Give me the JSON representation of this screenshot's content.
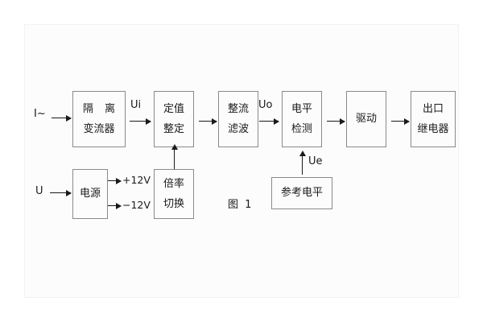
{
  "figure": {
    "caption": "图 1",
    "frame_color": "#f2f2f2",
    "line_color": "#1a1a1a",
    "box_border_color": "#8a8a8a",
    "background": "#fcfcfc"
  },
  "signal_labels": {
    "input_current": "I~",
    "input_voltage": "U",
    "ui": "Ui",
    "uo": "Uo",
    "ue": "Ue",
    "supply_positive": "+12V",
    "supply_negative": "−12V"
  },
  "blocks": [
    {
      "id": "isolation-transformer",
      "line1": "隔 离",
      "line2": "变流器"
    },
    {
      "id": "setting-adjustment",
      "line1": "定值",
      "line2": "整定"
    },
    {
      "id": "rectifier-filter",
      "line1": "整流",
      "line2": "滤波"
    },
    {
      "id": "level-detection",
      "line1": "电平",
      "line2": "检测"
    },
    {
      "id": "drive",
      "line1": "驱动",
      "line2": ""
    },
    {
      "id": "output-relay",
      "line1": "出口",
      "line2": "继电器"
    },
    {
      "id": "power-supply",
      "line1": "电源",
      "line2": ""
    },
    {
      "id": "multiplier-switch",
      "line1": "倍率",
      "line2": "切换"
    },
    {
      "id": "reference-level",
      "line1": "参考电平",
      "line2": ""
    }
  ]
}
